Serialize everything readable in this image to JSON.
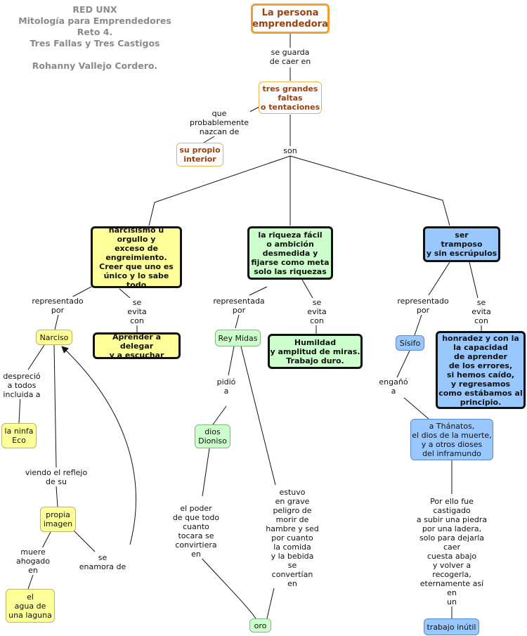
{
  "header": {
    "line1": "RED UNX",
    "line2": "Mitología para Emprendedores",
    "line3": "Reto 4.",
    "line4": "Tres Fallas y Tres Castigos",
    "line5": "Rohanny Vallejo Cordero."
  },
  "nodes": {
    "root": "La persona\nemprendedora",
    "faltas": "tres grandes\nfaltas\no tentaciones",
    "interior": "su propio\ninterior",
    "narcisismo": "narcisismo u\norgullo y\nexceso de\nengreimiento.\nCreer que uno es\núnico y lo sabe todo",
    "riqueza": "la riqueza fácil\no ambición\ndesmedida y\nfijarse como meta\nsolo las riquezas",
    "tramposo": "ser\ntramposo\ny sin escrúpulos",
    "delegar": "Aprender a delegar\ny a escuchar",
    "humildad": "Humildad\ny amplitud de miras.\nTrabajo duro.",
    "honradez": "honradez y con la\nla capacidad\nde aprender\nde los errores,\nsi hemos caído,\ny regresamos\ncomo estábamos al\nprincipio.",
    "narciso": "Narciso",
    "ninfa": "la ninfa\nEco",
    "imagen": "propia\nimagen",
    "agua": "el\nagua de\nuna laguna",
    "midas": "Rey Midas",
    "dionisio": "dios\nDioniso",
    "oro": "oro",
    "sisifo": "Sísifo",
    "thanatos": "a Thánatos,\nel dios de la muerte,\ny a otros dioses\ndel inframundo",
    "trabajo": "trabajo inútil"
  },
  "labels": {
    "guarda": "se guarda\nde caer en",
    "nazcan": "que\nprobablemente\nnazcan de",
    "son": "son",
    "rep1": "representado\npor",
    "evita1": "se\nevita\ncon",
    "rep2": "representada\npor",
    "evita2": "se\nevita\ncon",
    "rep3": "representado\npor",
    "evita3": "se\nevita\ncon",
    "desprecio": "despreció\na todos\nincluida a",
    "reflejo": "viendo el reflejo\nde su",
    "muere": "muere\nahogado\nen",
    "enamora": "se\nenamora de",
    "pidio": "pidió\na",
    "poder": "el poder\nde que todo\ncuanto\ntocara se\nconvirtiera\nen",
    "estuvo": "estuvo\nen grave\npeligro de\nmorir de\nhambre y sed\npor cuanto\nla comida\ny la bebida\nse\nconvertían\nen",
    "engano": "engañó\na",
    "castigado": "Por ello fue castigado\na subir una piedra\npor una  ladera,\nsolo para dejarla caer\ncuesta abajo\ny volver a recogerla,\neternamente así en\nun"
  },
  "colors": {
    "root_border": "#f0a030",
    "yellow": "#ffff99",
    "green": "#ccffcc",
    "blue": "#99c8ff",
    "orange_text": "#9a4010",
    "header_text": "#8a8a8a"
  }
}
